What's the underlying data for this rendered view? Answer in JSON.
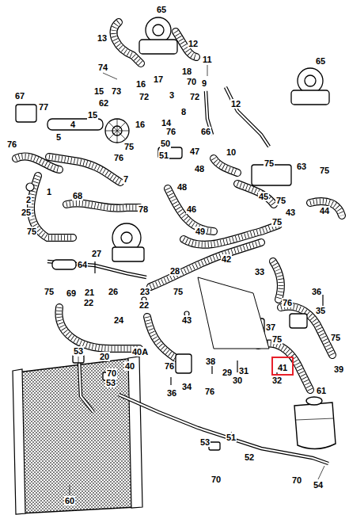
{
  "diagram": {
    "nodes": [
      {
        "text": [
          "41"
        ]
      }
    ],
    "edges": [],
    "labels": [
      "65",
      "13",
      "12",
      "11",
      "74",
      "18",
      "65",
      "17",
      "15",
      "73",
      "16",
      "70",
      "9",
      "72",
      "72",
      "67",
      "77",
      "62",
      "3",
      "12",
      "15",
      "8",
      "16",
      "14",
      "4",
      "76",
      "5",
      "76",
      "66",
      "10",
      "75",
      "50",
      "47",
      "76",
      "51",
      "48",
      "63",
      "75",
      "75",
      "1",
      "2",
      "25",
      "7",
      "48",
      "68",
      "45",
      "75",
      "78",
      "46",
      "43",
      "44",
      "75",
      "75",
      "49",
      "64",
      "27",
      "42",
      "28",
      "33",
      "75",
      "69",
      "21",
      "26",
      "23",
      "75",
      "36",
      "76",
      "22",
      "22",
      "35",
      "24",
      "43",
      "37",
      "75",
      "75",
      "53",
      "40A",
      "20",
      "38",
      "40",
      "76",
      "29",
      "31",
      "39",
      "70",
      "53",
      "34",
      "30",
      "32",
      "36",
      "76",
      "61",
      "51",
      "53",
      "52",
      "70",
      "70",
      "54",
      "60"
    ]
  }
}
